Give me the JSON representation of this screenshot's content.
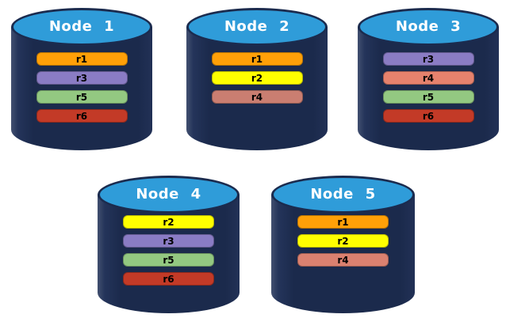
{
  "diagram": {
    "background_color": "#ffffff",
    "cylinder": {
      "body_color": "#1b2a4c",
      "top_color": "#2f9cd9",
      "outline_color": "#1b2b4e",
      "title_text_color": "#ffffff",
      "bar_text_color": "#000000"
    },
    "nodes": [
      {
        "label": "Node 1",
        "replicas": [
          {
            "label": "r1",
            "color": "#FFA008"
          },
          {
            "label": "r3",
            "color": "#8A7CC4"
          },
          {
            "label": "r5",
            "color": "#93C881"
          },
          {
            "label": "r6",
            "color": "#C33A27"
          }
        ]
      },
      {
        "label": "Node 2",
        "replicas": [
          {
            "label": "r1",
            "color": "#FFA008"
          },
          {
            "label": "r2",
            "color": "#FFFF00"
          },
          {
            "label": "r4",
            "color": "#CA7E71"
          }
        ]
      },
      {
        "label": "Node 3",
        "replicas": [
          {
            "label": "r3",
            "color": "#8A7CC4"
          },
          {
            "label": "r4",
            "color": "#E6826D"
          },
          {
            "label": "r5",
            "color": "#93C881"
          },
          {
            "label": "r6",
            "color": "#C33A27"
          }
        ]
      },
      {
        "label": "Node 4",
        "replicas": [
          {
            "label": "r2",
            "color": "#FFFF00"
          },
          {
            "label": "r3",
            "color": "#8A7CC4"
          },
          {
            "label": "r5",
            "color": "#93C881"
          },
          {
            "label": "r6",
            "color": "#C33A27"
          }
        ]
      },
      {
        "label": "Node 5",
        "replicas": [
          {
            "label": "r1",
            "color": "#FFA008"
          },
          {
            "label": "r2",
            "color": "#FFFF00"
          },
          {
            "label": "r4",
            "color": "#DB8170"
          }
        ]
      }
    ]
  }
}
